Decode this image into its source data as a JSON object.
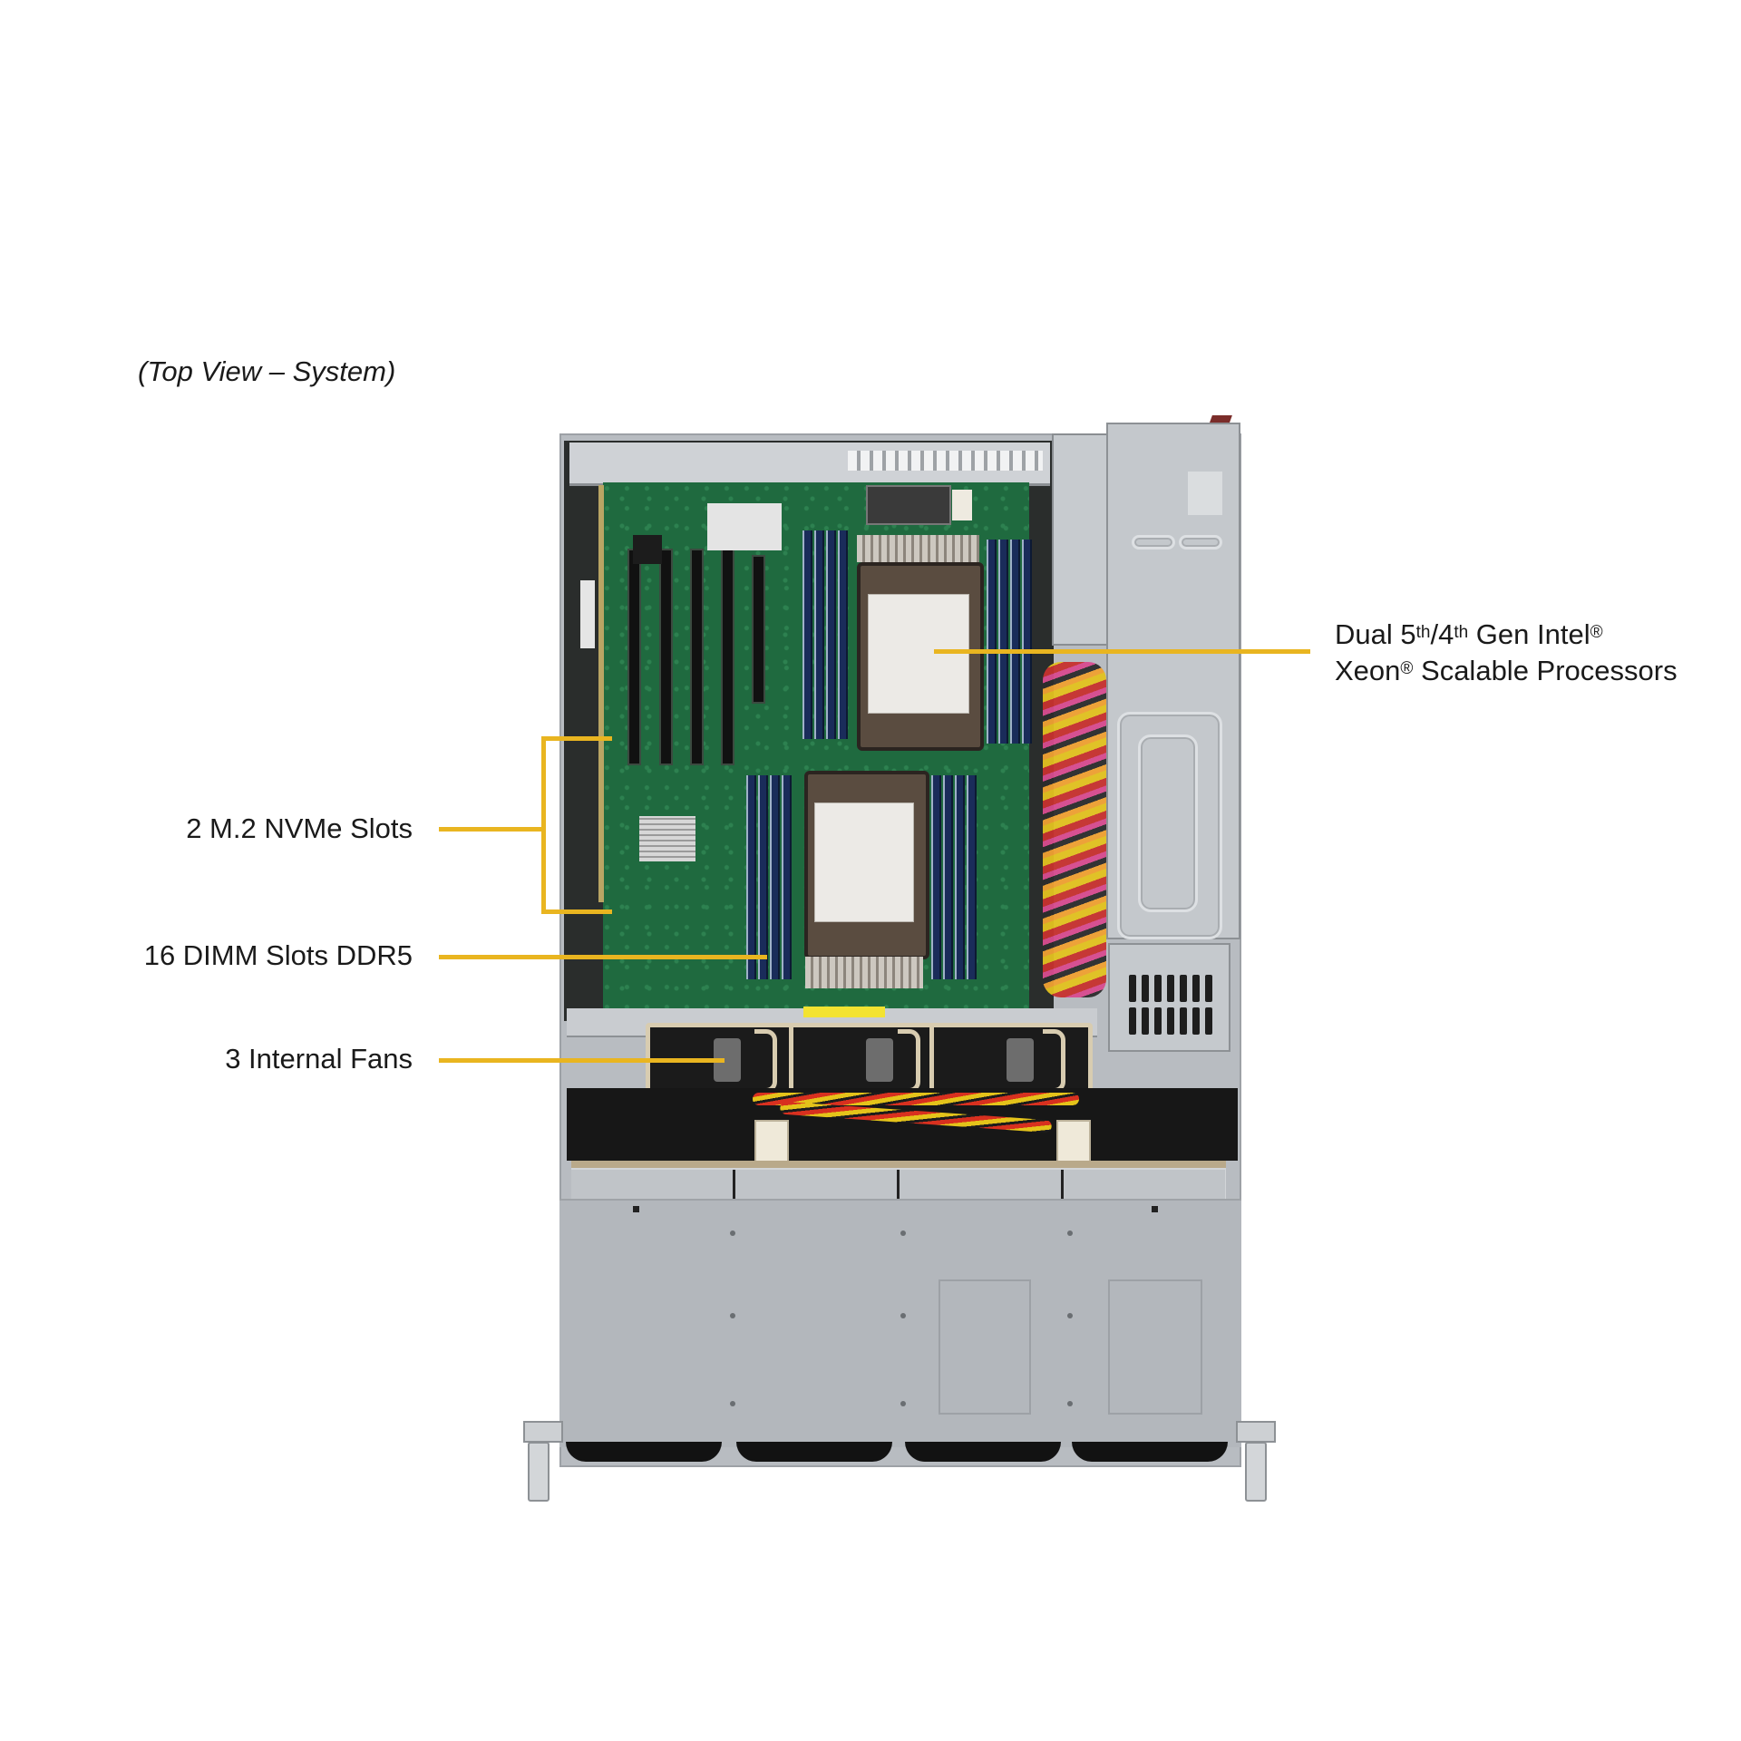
{
  "title": "(Top View – System)",
  "callouts": {
    "m2": {
      "label": "2 M.2 NVMe Slots",
      "count": 2
    },
    "dimm": {
      "label": "16 DIMM  Slots DDR5",
      "count": 16
    },
    "fans": {
      "label": "3 Internal  Fans",
      "count": 3
    },
    "cpu": {
      "line1_a": "Dual 5",
      "line1_sup1": "th",
      "line1_b": "/4",
      "line1_sup2": "th",
      "line1_c": " Gen Intel",
      "line1_reg": "®",
      "line2_a": "Xeon",
      "line2_reg": "®",
      "line2_b": " Scalable Processors"
    }
  },
  "colors": {
    "leader_line": "#e9b520",
    "chassis_metal": "#b8bcc1",
    "pcb_green": "#1f6a3f",
    "dimm_blue": "#1a2c5a",
    "text": "#1a1a1a"
  },
  "components": {
    "cpu_sockets": 2,
    "pcie_slots": 5,
    "internal_fans": 3,
    "front_bays": 4,
    "power_supplies": 2
  }
}
